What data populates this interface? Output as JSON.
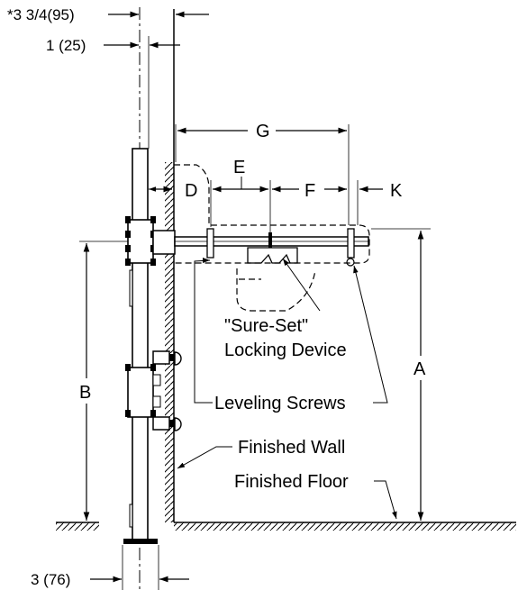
{
  "dimensions": {
    "top_offset": "*3 3/4(95)",
    "centerline_offset": "1 (25)",
    "base_width": "3 (76)",
    "G": "G",
    "E": "E",
    "D": "D",
    "F": "F",
    "K": "K",
    "A": "A",
    "B": "B"
  },
  "callouts": {
    "locking_device_line1": "\"Sure-Set\"",
    "locking_device_line2": "Locking Device",
    "leveling_screws": "Leveling Screws",
    "finished_wall": "Finished Wall",
    "finished_floor": "Finished Floor"
  }
}
